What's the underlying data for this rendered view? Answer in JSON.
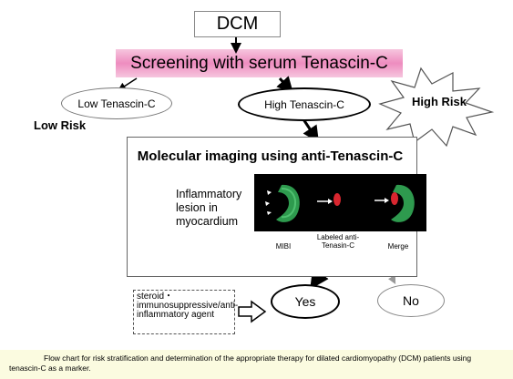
{
  "top": {
    "dcm": "DCM",
    "screening": "Screening with serum Tenascin-C"
  },
  "branches": {
    "low": "Low Tenascin-C",
    "high": "High Tenascin-C",
    "low_risk": "Low Risk",
    "high_risk": "High Risk"
  },
  "imaging": {
    "title": "Molecular imaging using anti-Tenascin-C",
    "lesion_text": "Inflammatory lesion in myocardium",
    "panels": [
      {
        "label": "MIBI"
      },
      {
        "label": "Labeled anti-Tenasin-C"
      },
      {
        "label": "Merge"
      }
    ]
  },
  "outcomes": {
    "yes": "Yes",
    "no": "No",
    "therapy": "steroid・immunosuppressive/anti-inflammatory agent"
  },
  "caption": "Flow chart for risk stratification and determination of the appropriate therapy for dilated cardiomyopathy (DCM) patients using tenascin-C as a marker.",
  "colors": {
    "pink_band": "#f2a6cf",
    "pink_header": "#ee8cbf",
    "green": "#2e9a4e",
    "red": "#d8262f",
    "caption_bg": "#fbfbe0"
  }
}
